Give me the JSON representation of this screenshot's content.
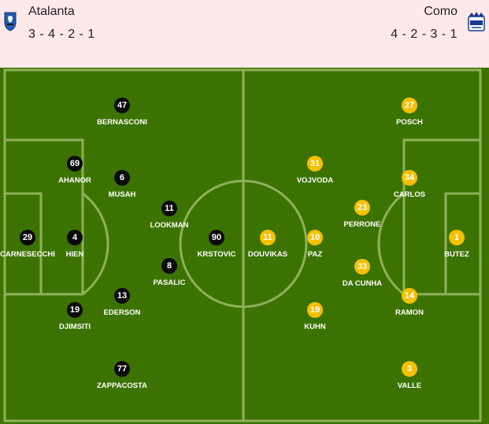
{
  "home": {
    "name": "Atalanta",
    "formation": "3 - 4 - 2 - 1",
    "crest_icon": "atalanta-crest-icon",
    "players": [
      {
        "number": "47",
        "name": "BERNASCONI"
      },
      {
        "number": "69",
        "name": "AHANOR"
      },
      {
        "number": "6",
        "name": "MUSAH"
      },
      {
        "number": "11",
        "name": "LOOKMAN"
      },
      {
        "number": "29",
        "name": "CARNESECCHI"
      },
      {
        "number": "4",
        "name": "HIEN"
      },
      {
        "number": "90",
        "name": "KRSTOVIC"
      },
      {
        "number": "8",
        "name": "PASALIC"
      },
      {
        "number": "13",
        "name": "EDERSON"
      },
      {
        "number": "19",
        "name": "DJIMSITI"
      },
      {
        "number": "77",
        "name": "ZAPPACOSTA"
      }
    ]
  },
  "away": {
    "name": "Como",
    "formation": "4 - 2 - 3 - 1",
    "crest_icon": "como-crest-icon",
    "players": [
      {
        "number": "27",
        "name": "POSCH"
      },
      {
        "number": "31",
        "name": "VOJVODA"
      },
      {
        "number": "34",
        "name": "CARLOS"
      },
      {
        "number": "23",
        "name": "PERRONE"
      },
      {
        "number": "11",
        "name": "DOUVIKAS"
      },
      {
        "number": "10",
        "name": "PAZ"
      },
      {
        "number": "1",
        "name": "BUTEZ"
      },
      {
        "number": "33",
        "name": "DA CUNHA"
      },
      {
        "number": "14",
        "name": "RAMON"
      },
      {
        "number": "19",
        "name": "KUHN"
      },
      {
        "number": "3",
        "name": "VALLE"
      }
    ]
  },
  "colors": {
    "background": "#fde8ea",
    "pitch": "#3c7300",
    "pitch_lines": "#8fb05c",
    "home_marker": "#0b0b0b",
    "away_marker": "#f5c000"
  }
}
